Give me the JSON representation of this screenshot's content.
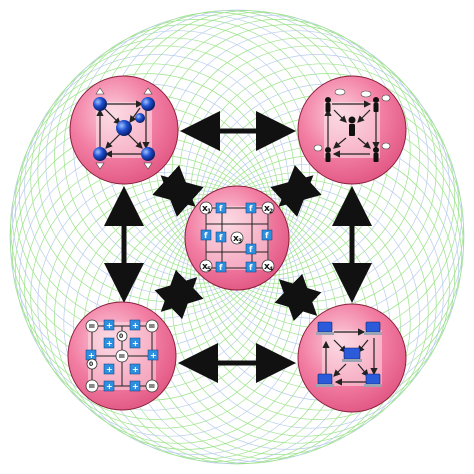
{
  "colors": {
    "background": "#ffffff",
    "field_lines_green": "#9be38a",
    "field_lines_blue": "#b9cdea",
    "node_fill": "#f07ba0",
    "node_highlight": "#fbd0de",
    "node_edge": "#8a1f3c",
    "panel_fill": "#fbe3ea",
    "connector": "#111111",
    "blue_sphere": "#1f4fd0",
    "square_tile": "#2d8fe0",
    "computer": "#2b5bd8"
  },
  "center_labels": {
    "x1": "x",
    "x1_sub": "1",
    "x2": "x",
    "x2_sub": "2",
    "x3": "x",
    "x3_sub": "3",
    "x4": "x",
    "x4_sub": "4",
    "x5": "x",
    "x5_sub": "5",
    "tile_op": "f"
  },
  "bottom_left_labels": {
    "equals": "=",
    "plus": "+",
    "zero": "0"
  },
  "icons": {
    "top_left": "molecule-spheres-icon",
    "top_right": "people-network-icon",
    "center": "variable-graph-icon",
    "bottom_left": "equation-grid-icon",
    "bottom_right": "computer-network-icon"
  }
}
